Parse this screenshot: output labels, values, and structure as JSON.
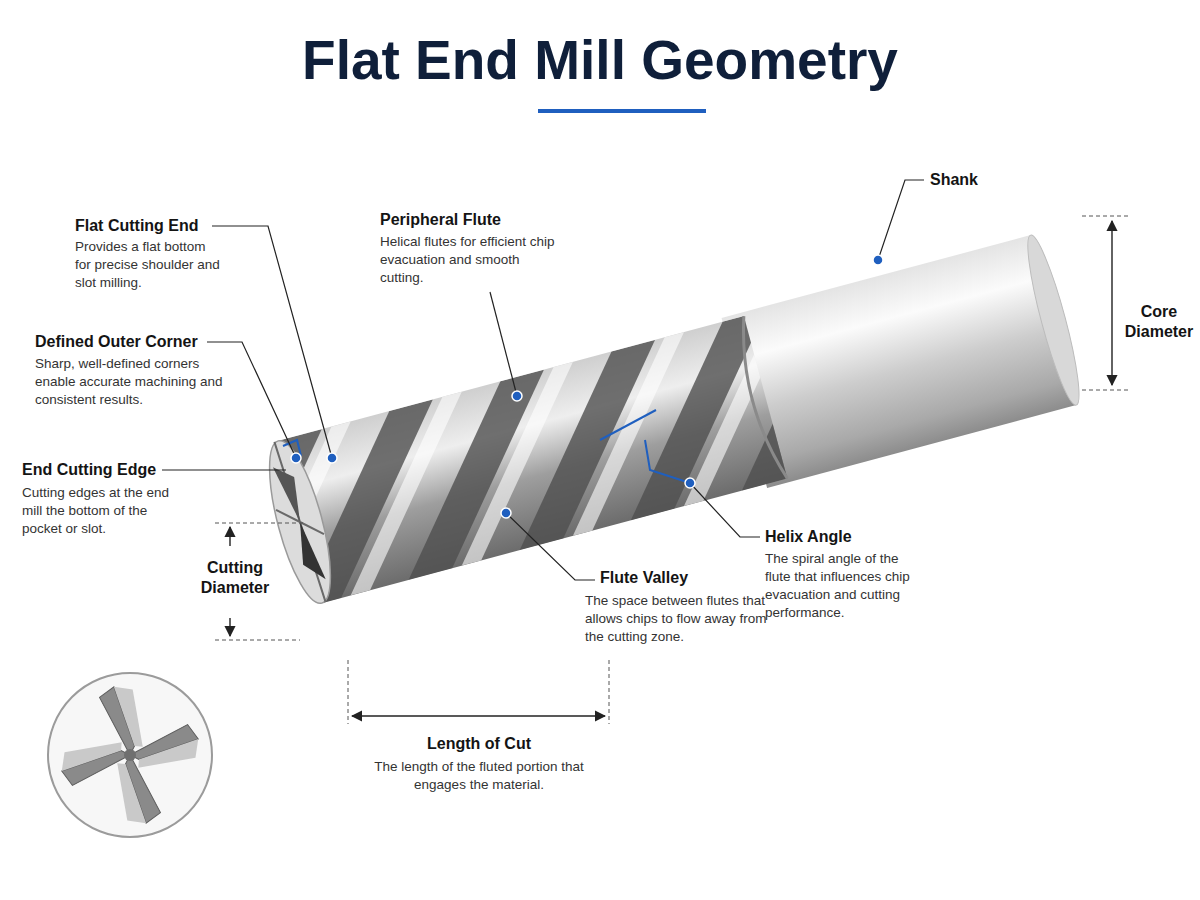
{
  "diagram": {
    "title": "Flat End Mill Geometry",
    "labels": [
      "Flat Cutting End",
      "Provides a flat bottom for precise shoulder and slot milling.",
      "Peripheral Flute",
      "Helical flutes for efficient chip evacuation and smooth cutting.",
      "Shank",
      "Core Diameter",
      "Defined Outer Corner",
      "Sharp, well-defined corners enable accurate machining and consistent results.",
      "End Cutting Edge",
      "Cutting edges at the end mill the bottom of the pocket or slot.",
      "Cutting Diameter",
      "Helix Angle",
      "The spiral angle of the flute that influences chip evacuation and cutting performance.",
      "Flute Valley",
      "The space between flutes that allows chips to flow away from the cutting zone.",
      "Length of Cut",
      "The length of the fluted portion that engages the material."
    ]
  }
}
